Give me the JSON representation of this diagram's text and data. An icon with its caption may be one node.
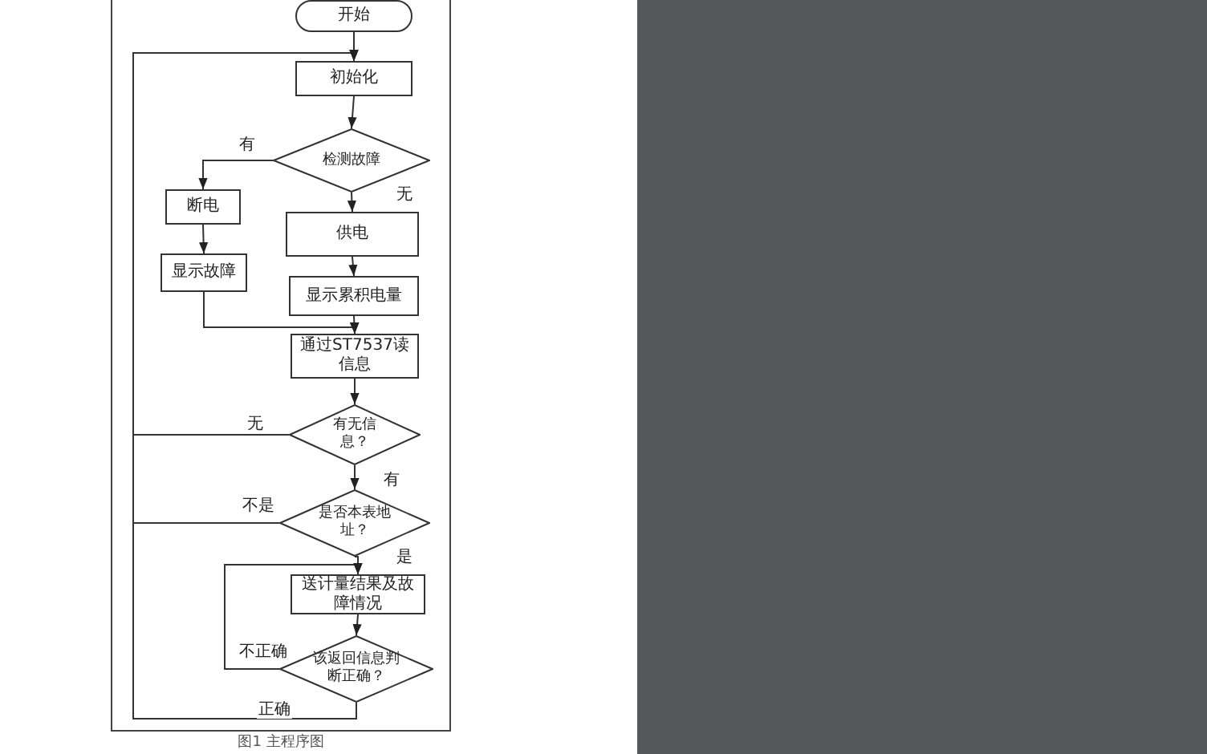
{
  "diagram": {
    "caption": "图1 主程序图",
    "nodes": [
      {
        "text": [
          "开始"
        ]
      },
      {
        "text": [
          "初始化"
        ]
      },
      {
        "text": [
          "检测故障"
        ]
      },
      {
        "text": [
          "断电"
        ]
      },
      {
        "text": [
          "显示故障"
        ]
      },
      {
        "text": [
          "供电"
        ]
      },
      {
        "text": [
          "显示累积电量"
        ]
      },
      {
        "text": [
          "通过ST7537读信息"
        ]
      },
      {
        "text": [
          "有无信息？"
        ]
      },
      {
        "text": [
          "是否本表地址？"
        ]
      },
      {
        "text": [
          "送计量结果及故障情况"
        ]
      },
      {
        "text": [
          "该返回信息判断正确？"
        ]
      }
    ],
    "edges": [
      {
        "from": 0,
        "to": 1,
        "arrow": "to"
      },
      {
        "from": 1,
        "to": 2,
        "arrow": "to"
      },
      {
        "from": 2,
        "to": 3,
        "arrow": "to",
        "label": "有"
      },
      {
        "from": 2,
        "to": 5,
        "arrow": "to",
        "label": "无"
      },
      {
        "from": 3,
        "to": 4,
        "arrow": "to"
      },
      {
        "from": 5,
        "to": 6,
        "arrow": "to"
      },
      {
        "from": 4,
        "to": 7,
        "arrow": "to"
      },
      {
        "from": 6,
        "to": 7,
        "arrow": "to"
      },
      {
        "from": 7,
        "to": 8,
        "arrow": "to"
      },
      {
        "from": 8,
        "to": 1,
        "arrow": "to",
        "label": "无"
      },
      {
        "from": 8,
        "to": 9,
        "arrow": "to",
        "label": "有"
      },
      {
        "from": 9,
        "to": 1,
        "arrow": "to",
        "label": "不是"
      },
      {
        "from": 9,
        "to": 10,
        "arrow": "to",
        "label": "是"
      },
      {
        "from": 10,
        "to": 11,
        "arrow": "to"
      },
      {
        "from": 11,
        "to": 10,
        "arrow": "to",
        "label": "不正确"
      },
      {
        "from": 11,
        "to": 1,
        "arrow": "to",
        "label": "正确"
      }
    ]
  }
}
